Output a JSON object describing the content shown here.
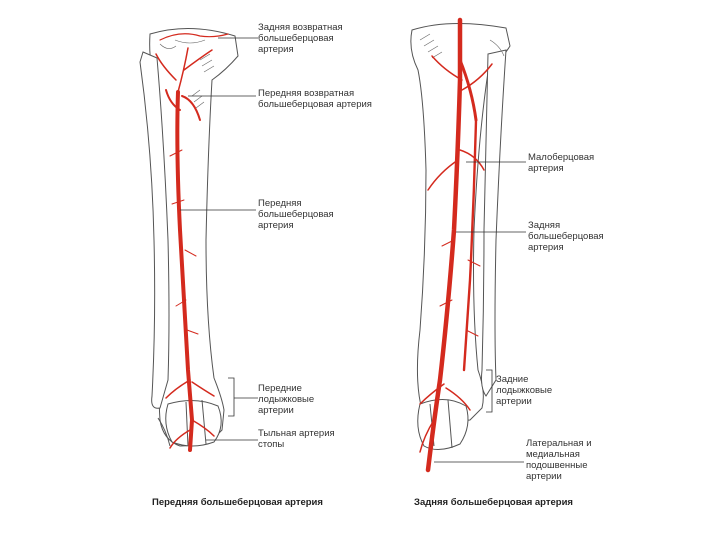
{
  "left_figure": {
    "caption": "Передняя большеберцовая артерия",
    "labels": {
      "posterior_recurrent": "Задняя возвратная большеберцовая артерия",
      "anterior_recurrent": "Передняя возвратная большеберцовая артерия",
      "anterior_tibial": "Передняя большеберцовая артерия",
      "anterior_malleolar": "Передние лодыжковые артерии",
      "dorsal_foot": "Тыльная артерия стопы"
    }
  },
  "right_figure": {
    "caption": "Задняя большеберцовая артерия",
    "labels": {
      "peroneal": "Малоберцовая артерия",
      "posterior_tibial": "Задняя большеберцовая артерия",
      "posterior_malleolar": "Задние лодыжковые артерии",
      "plantar": "Латеральная и медиальная подошвенные артерии"
    }
  },
  "colors": {
    "artery": "#d42a1e",
    "bone_outline": "#555555",
    "leader": "#333333"
  }
}
